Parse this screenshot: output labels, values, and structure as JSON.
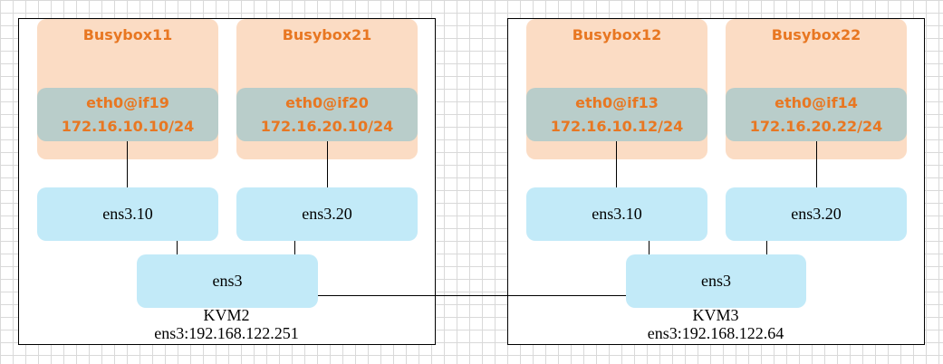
{
  "hosts": [
    {
      "name": "KVM2",
      "ip": "ens3:192.168.122.251",
      "nic": "ens3",
      "subifs": [
        "ens3.10",
        "ens3.20"
      ],
      "containers": [
        {
          "name": "Busybox11",
          "iface": "eth0@if19",
          "ip": "172.16.10.10/24"
        },
        {
          "name": "Busybox21",
          "iface": "eth0@if20",
          "ip": "172.16.20.10/24"
        }
      ]
    },
    {
      "name": "KVM3",
      "ip": "ens3:192.168.122.64",
      "nic": "ens3",
      "subifs": [
        "ens3.10",
        "ens3.20"
      ],
      "containers": [
        {
          "name": "Busybox12",
          "iface": "eth0@if13",
          "ip": "172.16.10.12/24"
        },
        {
          "name": "Busybox22",
          "iface": "eth0@if14",
          "ip": "172.16.20.22/24"
        }
      ]
    }
  ],
  "colors": {
    "container_bg": "#fbdcc4",
    "veth_bg": "#b9cdca",
    "nic_bg": "#c2eaf8",
    "accent_text": "#e87722"
  }
}
